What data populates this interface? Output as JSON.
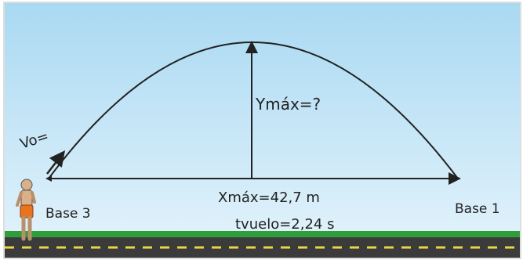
{
  "labels": {
    "v0": "Vo=",
    "ymax": "Ymáx=?",
    "xmax": "Xmáx=42,7 m",
    "tvuelo": "tvuelo=2,24 s",
    "base_left": "Base 3",
    "base_right": "Base 1"
  },
  "colors": {
    "sky_top": "#a9d9f2",
    "sky_bottom": "#dff1fb",
    "grass": "#2f9e3a",
    "road": "#3b3b3b",
    "road_line": "#e8d44a",
    "ink": "#222222",
    "shorts": "#e8741e",
    "skin": "#d9b08a"
  }
}
